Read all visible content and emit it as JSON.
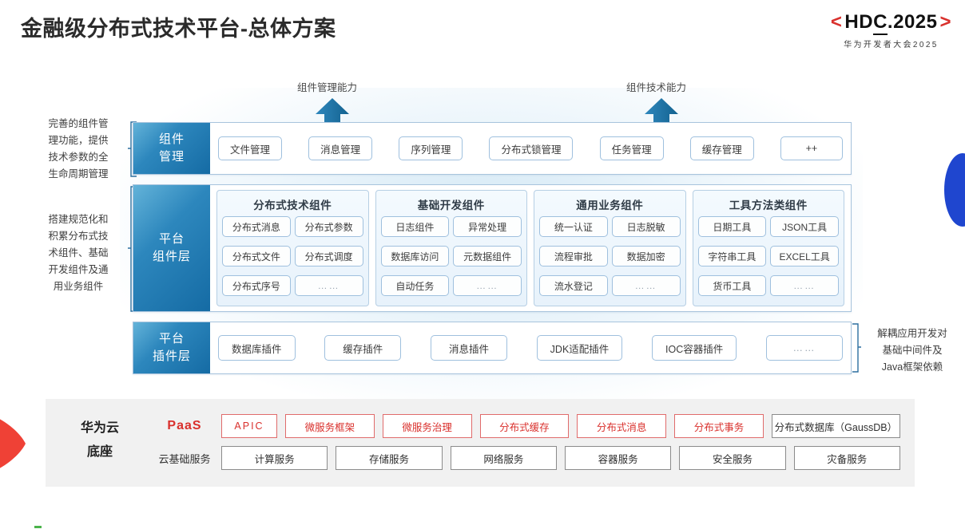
{
  "header": {
    "title": "金融级分布式技术平台-总体方案",
    "logo": {
      "left_bracket": "<",
      "main": "HDC.2025",
      "main_part1": "HD",
      "main_part2": "C",
      "main_part3": ".2025",
      "right_bracket": ">",
      "subtitle": "华为开发者大会2025",
      "bracket_color": "#d9302c"
    }
  },
  "arrows": [
    {
      "label": "组件管理能力",
      "color": "#1f6fa8"
    },
    {
      "label": "组件技术能力",
      "color": "#1f6fa8"
    }
  ],
  "side_notes": {
    "left": [
      "完善的组件管\n理功能，提供\n技术参数的全\n生命周期管理",
      "搭建规范化和\n积累分布式技\n术组件、基础\n开发组件及通\n用业务组件"
    ],
    "right": [
      "解耦应用开发对\n基础中间件及\nJava框架依赖"
    ]
  },
  "layers": {
    "component_management": {
      "label": "组件\n管理",
      "label_line1": "组件",
      "label_line2": "管理",
      "items": [
        "文件管理",
        "消息管理",
        "序列管理",
        "分布式锁管理",
        "任务管理",
        "缓存管理",
        "++"
      ]
    },
    "platform_component": {
      "label_line1": "平台",
      "label_line2": "组件层",
      "groups": [
        {
          "title": "分布式技术组件",
          "items": [
            "分布式消息",
            "分布式参数",
            "分布式文件",
            "分布式调度",
            "分布式序号",
            "……"
          ]
        },
        {
          "title": "基础开发组件",
          "items": [
            "日志组件",
            "异常处理",
            "数据库访问",
            "元数据组件",
            "自动任务",
            "……"
          ]
        },
        {
          "title": "通用业务组件",
          "items": [
            "统一认证",
            "日志脱敏",
            "流程审批",
            "数据加密",
            "流水登记",
            "……"
          ]
        },
        {
          "title": "工具方法类组件",
          "items": [
            "日期工具",
            "JSON工具",
            "字符串工具",
            "EXCEL工具",
            "货币工具",
            "……"
          ]
        }
      ]
    },
    "platform_plugin": {
      "label_line1": "平台",
      "label_line2": "插件层",
      "items": [
        "数据库插件",
        "缓存插件",
        "消息插件",
        "JDK适配插件",
        "IOC容器插件",
        "……"
      ]
    }
  },
  "paas": {
    "left_label_line1": "华为云",
    "left_label_line2": "底座",
    "rows": [
      {
        "label": "PaaS",
        "label_style": "red",
        "items": [
          {
            "text": "APIC",
            "style": "red",
            "width": "w-sm",
            "spaced": true
          },
          {
            "text": "微服务框架",
            "style": "red",
            "width": "w-md"
          },
          {
            "text": "微服务治理",
            "style": "red",
            "width": "w-md"
          },
          {
            "text": "分布式缓存",
            "style": "red",
            "width": "w-md"
          },
          {
            "text": "分布式消息",
            "style": "red",
            "width": "w-md"
          },
          {
            "text": "分布式事务",
            "style": "red",
            "width": "w-md"
          },
          {
            "text": "分布式数据库（GaussDB）",
            "style": "gray",
            "width": "w-lg"
          }
        ]
      },
      {
        "label": "云基础服务",
        "label_style": "gray",
        "items": [
          {
            "text": "计算服务",
            "style": "gray",
            "width": "w-md"
          },
          {
            "text": "存储服务",
            "style": "gray",
            "width": "w-md"
          },
          {
            "text": "网络服务",
            "style": "gray",
            "width": "w-md"
          },
          {
            "text": "容器服务",
            "style": "gray",
            "width": "w-md"
          },
          {
            "text": "安全服务",
            "style": "gray",
            "width": "w-md"
          },
          {
            "text": "灾备服务",
            "style": "gray",
            "width": "w-md"
          }
        ]
      }
    ]
  },
  "decor": {
    "blue_lens_color": "#1f46cf",
    "red_triangle_color": "#ef4136",
    "green_dash_color": "#4ab34a"
  }
}
